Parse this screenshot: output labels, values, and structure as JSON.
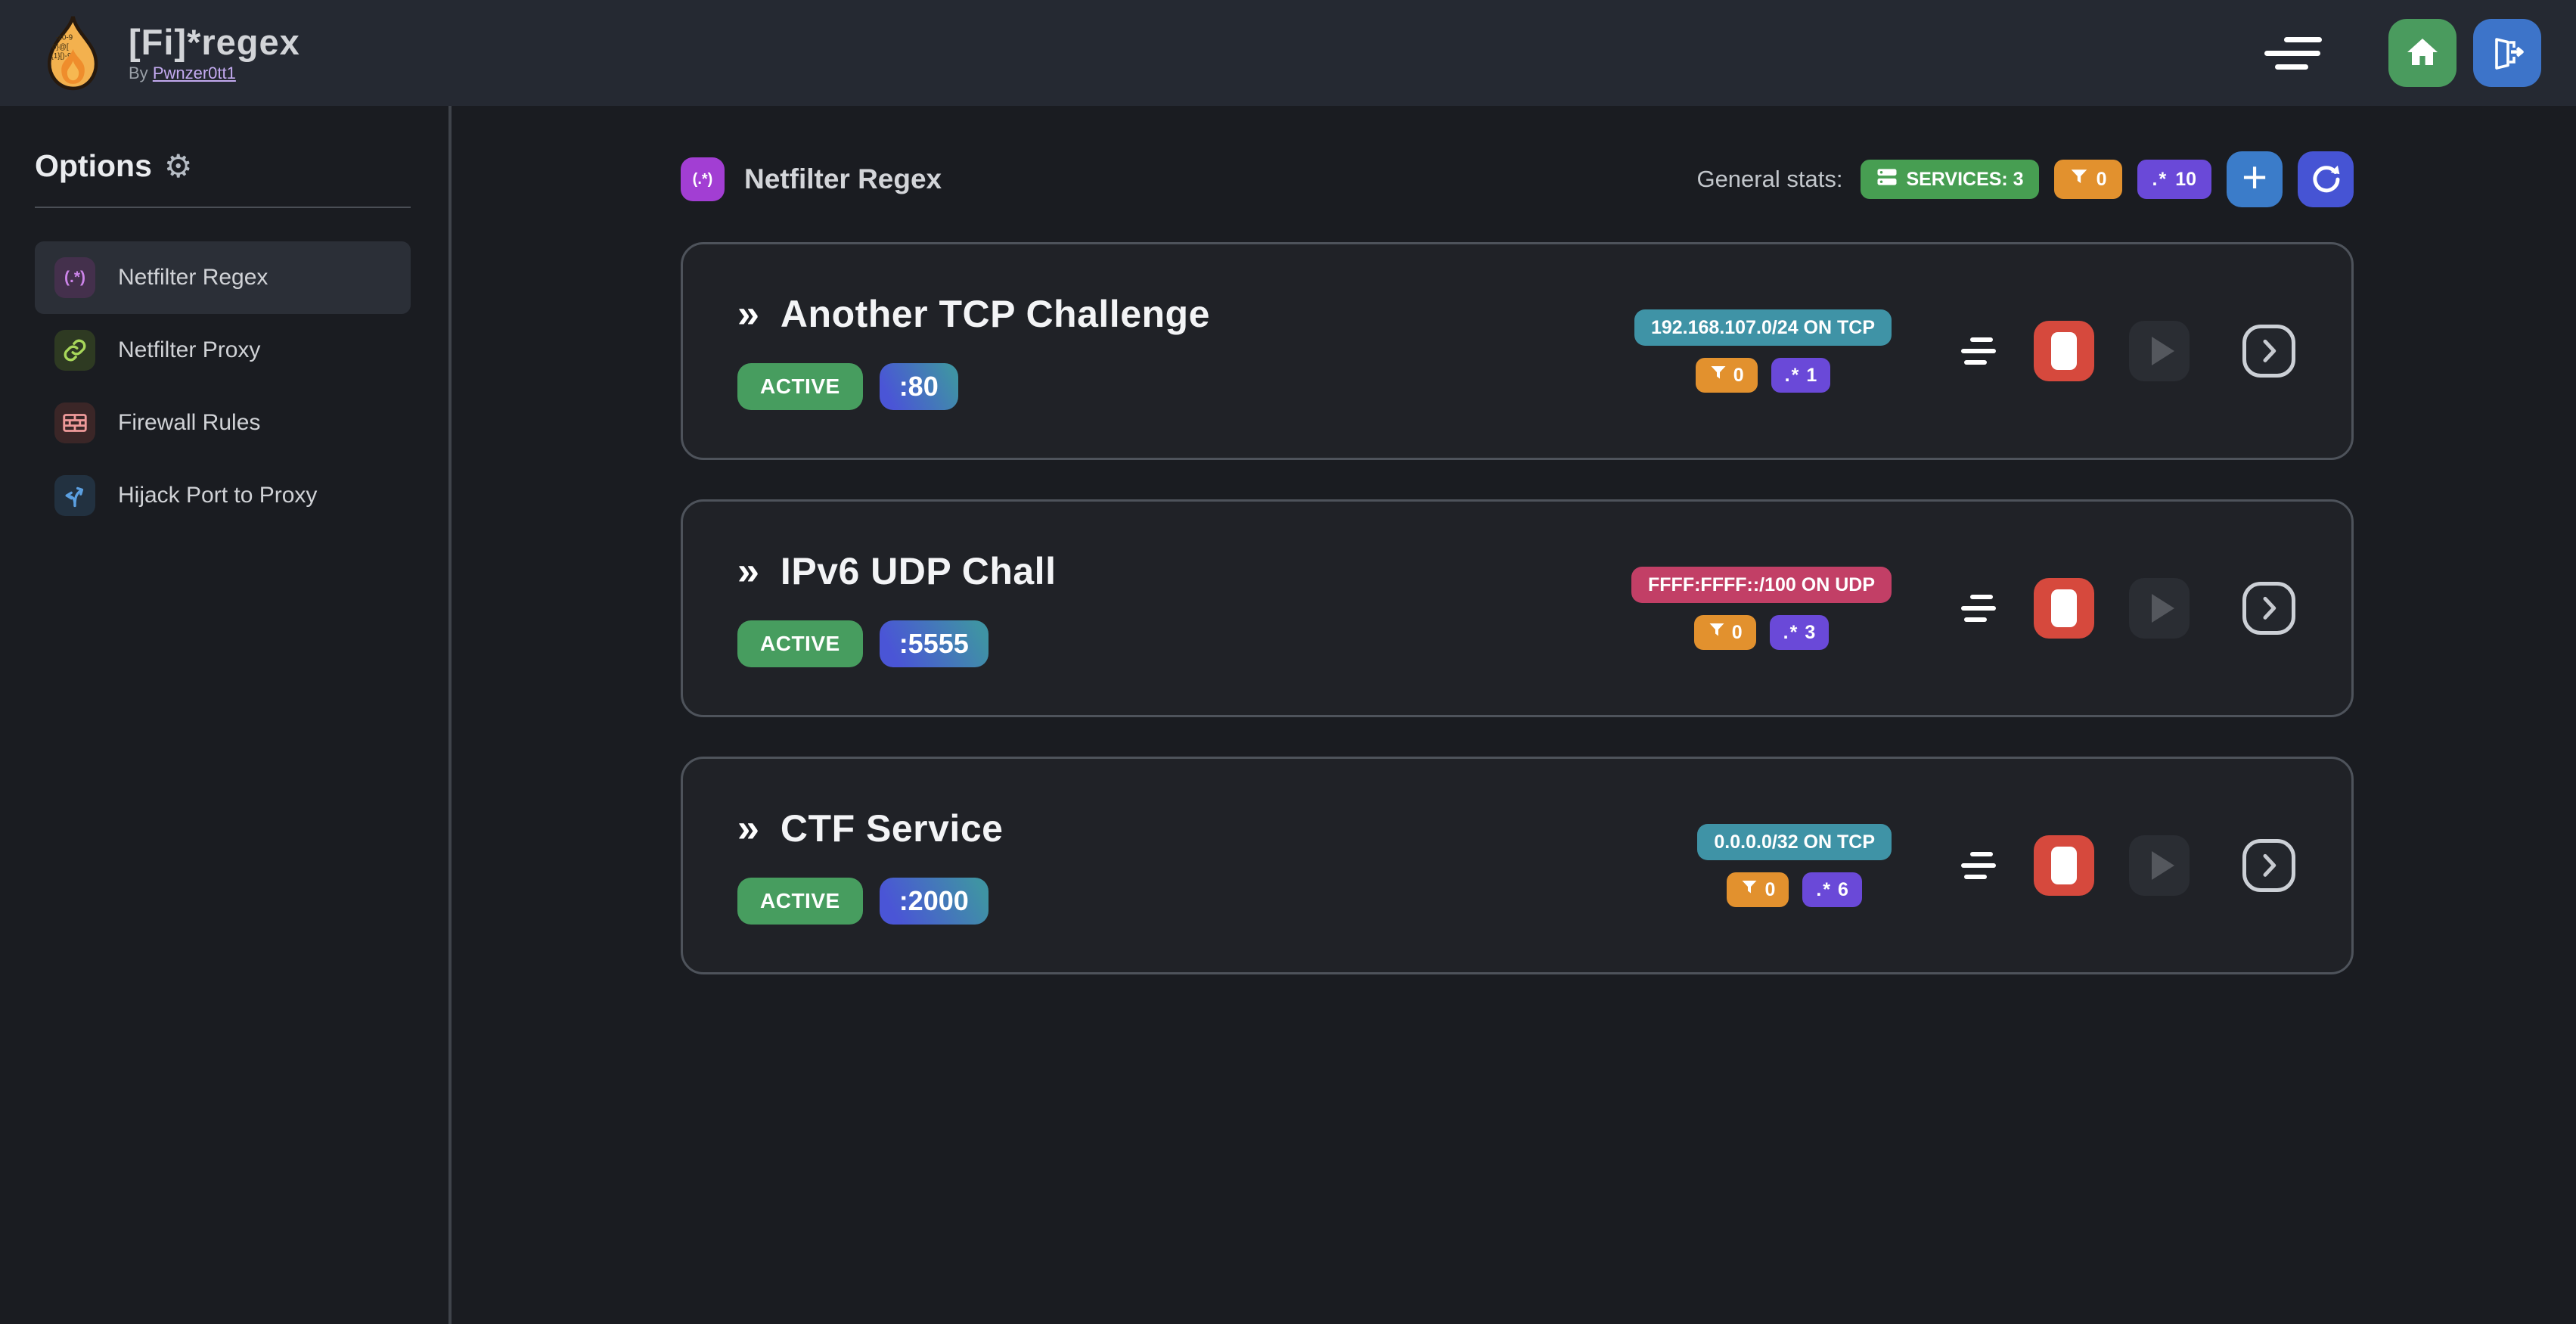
{
  "navbar": {
    "title": "[Fi]*regex",
    "byline_prefix": "By",
    "byline_link": "Pwnzer0tt1"
  },
  "sidebar": {
    "heading": "Options",
    "gear_glyph": "⚙",
    "items": [
      {
        "label": "Netfilter Regex",
        "glyph": "(.*)"
      },
      {
        "label": "Netfilter Proxy"
      },
      {
        "label": "Firewall Rules"
      },
      {
        "label": "Hijack Port to Proxy"
      }
    ]
  },
  "main": {
    "section_title": "Netfilter Regex",
    "section_icon_glyph": "(.*)",
    "stats_label": "General stats:",
    "stats": {
      "services": "SERVICES: 3",
      "filters": "0",
      "regexes": "10"
    },
    "regex_glyph": ".*",
    "plus_glyph": "+",
    "chevrons_glyph": "»",
    "services": [
      {
        "title": "Another TCP Challenge",
        "status": "ACTIVE",
        "port": ":80",
        "network": "192.168.107.0/24 ON TCP",
        "filters": "0",
        "regexes": "1"
      },
      {
        "title": "IPv6 UDP Chall",
        "status": "ACTIVE",
        "port": ":5555",
        "network": "FFFF:FFFF::/100 ON UDP",
        "filters": "0",
        "regexes": "3"
      },
      {
        "title": "CTF Service",
        "status": "ACTIVE",
        "port": ":2000",
        "network": "0.0.0.0/32 ON TCP",
        "filters": "0",
        "regexes": "6"
      }
    ]
  },
  "colors": {
    "navbar_bg": "#252932",
    "page_bg": "#1a1c21",
    "card_bg": "#202227",
    "card_border": "#4e535b",
    "accent_green": "#479e52",
    "accent_orange": "#e2912e",
    "accent_purple": "#6a49d8",
    "badge_teal": "#3f93a6",
    "badge_pink": "#c23f66",
    "stop_red": "#d6493d",
    "home_green": "#4a9b5e",
    "exit_blue": "#3d74c9",
    "plus_blue": "#3b7cc9",
    "refresh_indigo": "#4654d4"
  }
}
